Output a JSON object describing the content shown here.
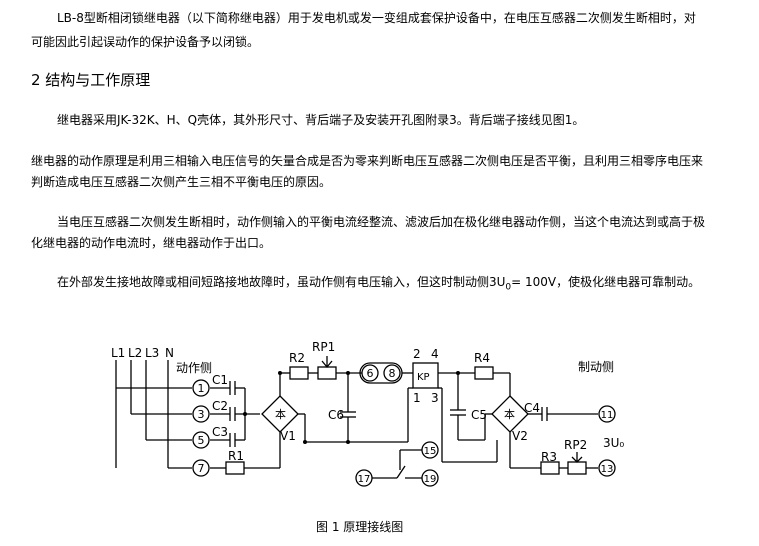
{
  "doc": {
    "p1_line1": "LB-8型断相闭锁继电器（以下简称继电器）用于发电机或发一变组成套保护设备中，在电压互感器二次侧发生断相时，对",
    "p1_line2": "可能因此引起误动作的保护设备予以闭锁。",
    "section_title": "2  结构与工作原理",
    "p2": "继电器采用JK-32K、H、Q壳体，其外形尺寸、背后端子及安装开孔图附录3。背后端子接线见图1。",
    "p3_line1": "继电器的动作原理是利用三相输入电压信号的矢量合成是否为零来判断电压互感器二次侧电压是否平衡，且利用三相零序电压来",
    "p3_line2": "判断造成电压互感器二次侧产生三相不平衡电压的原因。",
    "p4_line1": "当电压互感器二次侧发生断相时，动作侧输入的平衡电流经整流、滤波后加在极化继电器动作侧，当这个电流达到或高于极",
    "p4_line2": "化继电器的动作电流时，继电器动作于出口。",
    "p5_pre": "在外部发生接地故障或相间短路接地故障时，虽动作侧有电压输入，但这时制动侧3U",
    "p5_sub": "0",
    "p5_post": "= 100V，使极化继电器可靠制动。",
    "figure_caption": "图 1   原理接线图"
  },
  "diagram": {
    "bus_labels": [
      "L1",
      "L2",
      "L3",
      "N"
    ],
    "side_action": "动作侧",
    "side_brake": "制动侧",
    "three_u0": "3U₀",
    "terminals": [
      "1",
      "3",
      "5",
      "7",
      "6",
      "8",
      "11",
      "13",
      "15",
      "17",
      "19"
    ],
    "components": {
      "c1": "C1",
      "c2": "C2",
      "c3": "C3",
      "r1": "R1",
      "r2": "R2",
      "rp1": "RP1",
      "c6": "C6",
      "v1": "V1",
      "kp": "KP",
      "r4": "R4",
      "c5": "C5",
      "v2": "V2",
      "c4": "C4",
      "r3": "R3",
      "rp2": "RP2",
      "bridge": "本"
    },
    "kp_pins": {
      "top_left": "2",
      "top_right": "4",
      "bottom_left": "1",
      "bottom_right": "3"
    }
  }
}
